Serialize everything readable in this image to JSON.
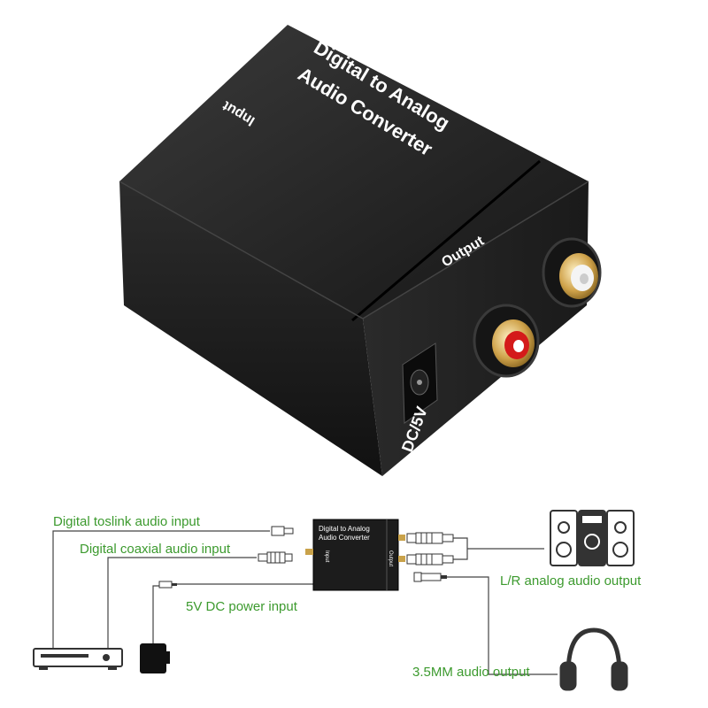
{
  "product": {
    "top_label_line1": "Digital  to Analog",
    "top_label_line2": "Audio Converter",
    "input_label": "Input",
    "output_label": "Output",
    "dc_label": "DC/5V"
  },
  "diagram": {
    "mini_label_line1": "Digital  to Analog",
    "mini_label_line2": "Audio Converter",
    "mini_input": "Input",
    "mini_output": "Output",
    "labels": {
      "toslink": "Digital toslink audio input",
      "coaxial": "Digital coaxial audio input",
      "power": "5V DC power input",
      "lr_output": "L/R analog audio output",
      "headphone_output": "3.5MM audio output"
    }
  },
  "colors": {
    "label_green": "#3c9a2e",
    "device_black": "#1c1c1c",
    "rca_red": "#d41a1a",
    "gold": "#c9a24a"
  },
  "icons": [
    "speaker-system-icon",
    "headphones-icon",
    "power-adapter-icon",
    "dvd-player-icon",
    "toslink-plug-icon",
    "rca-plug-icon",
    "audio-jack-plug-icon"
  ]
}
